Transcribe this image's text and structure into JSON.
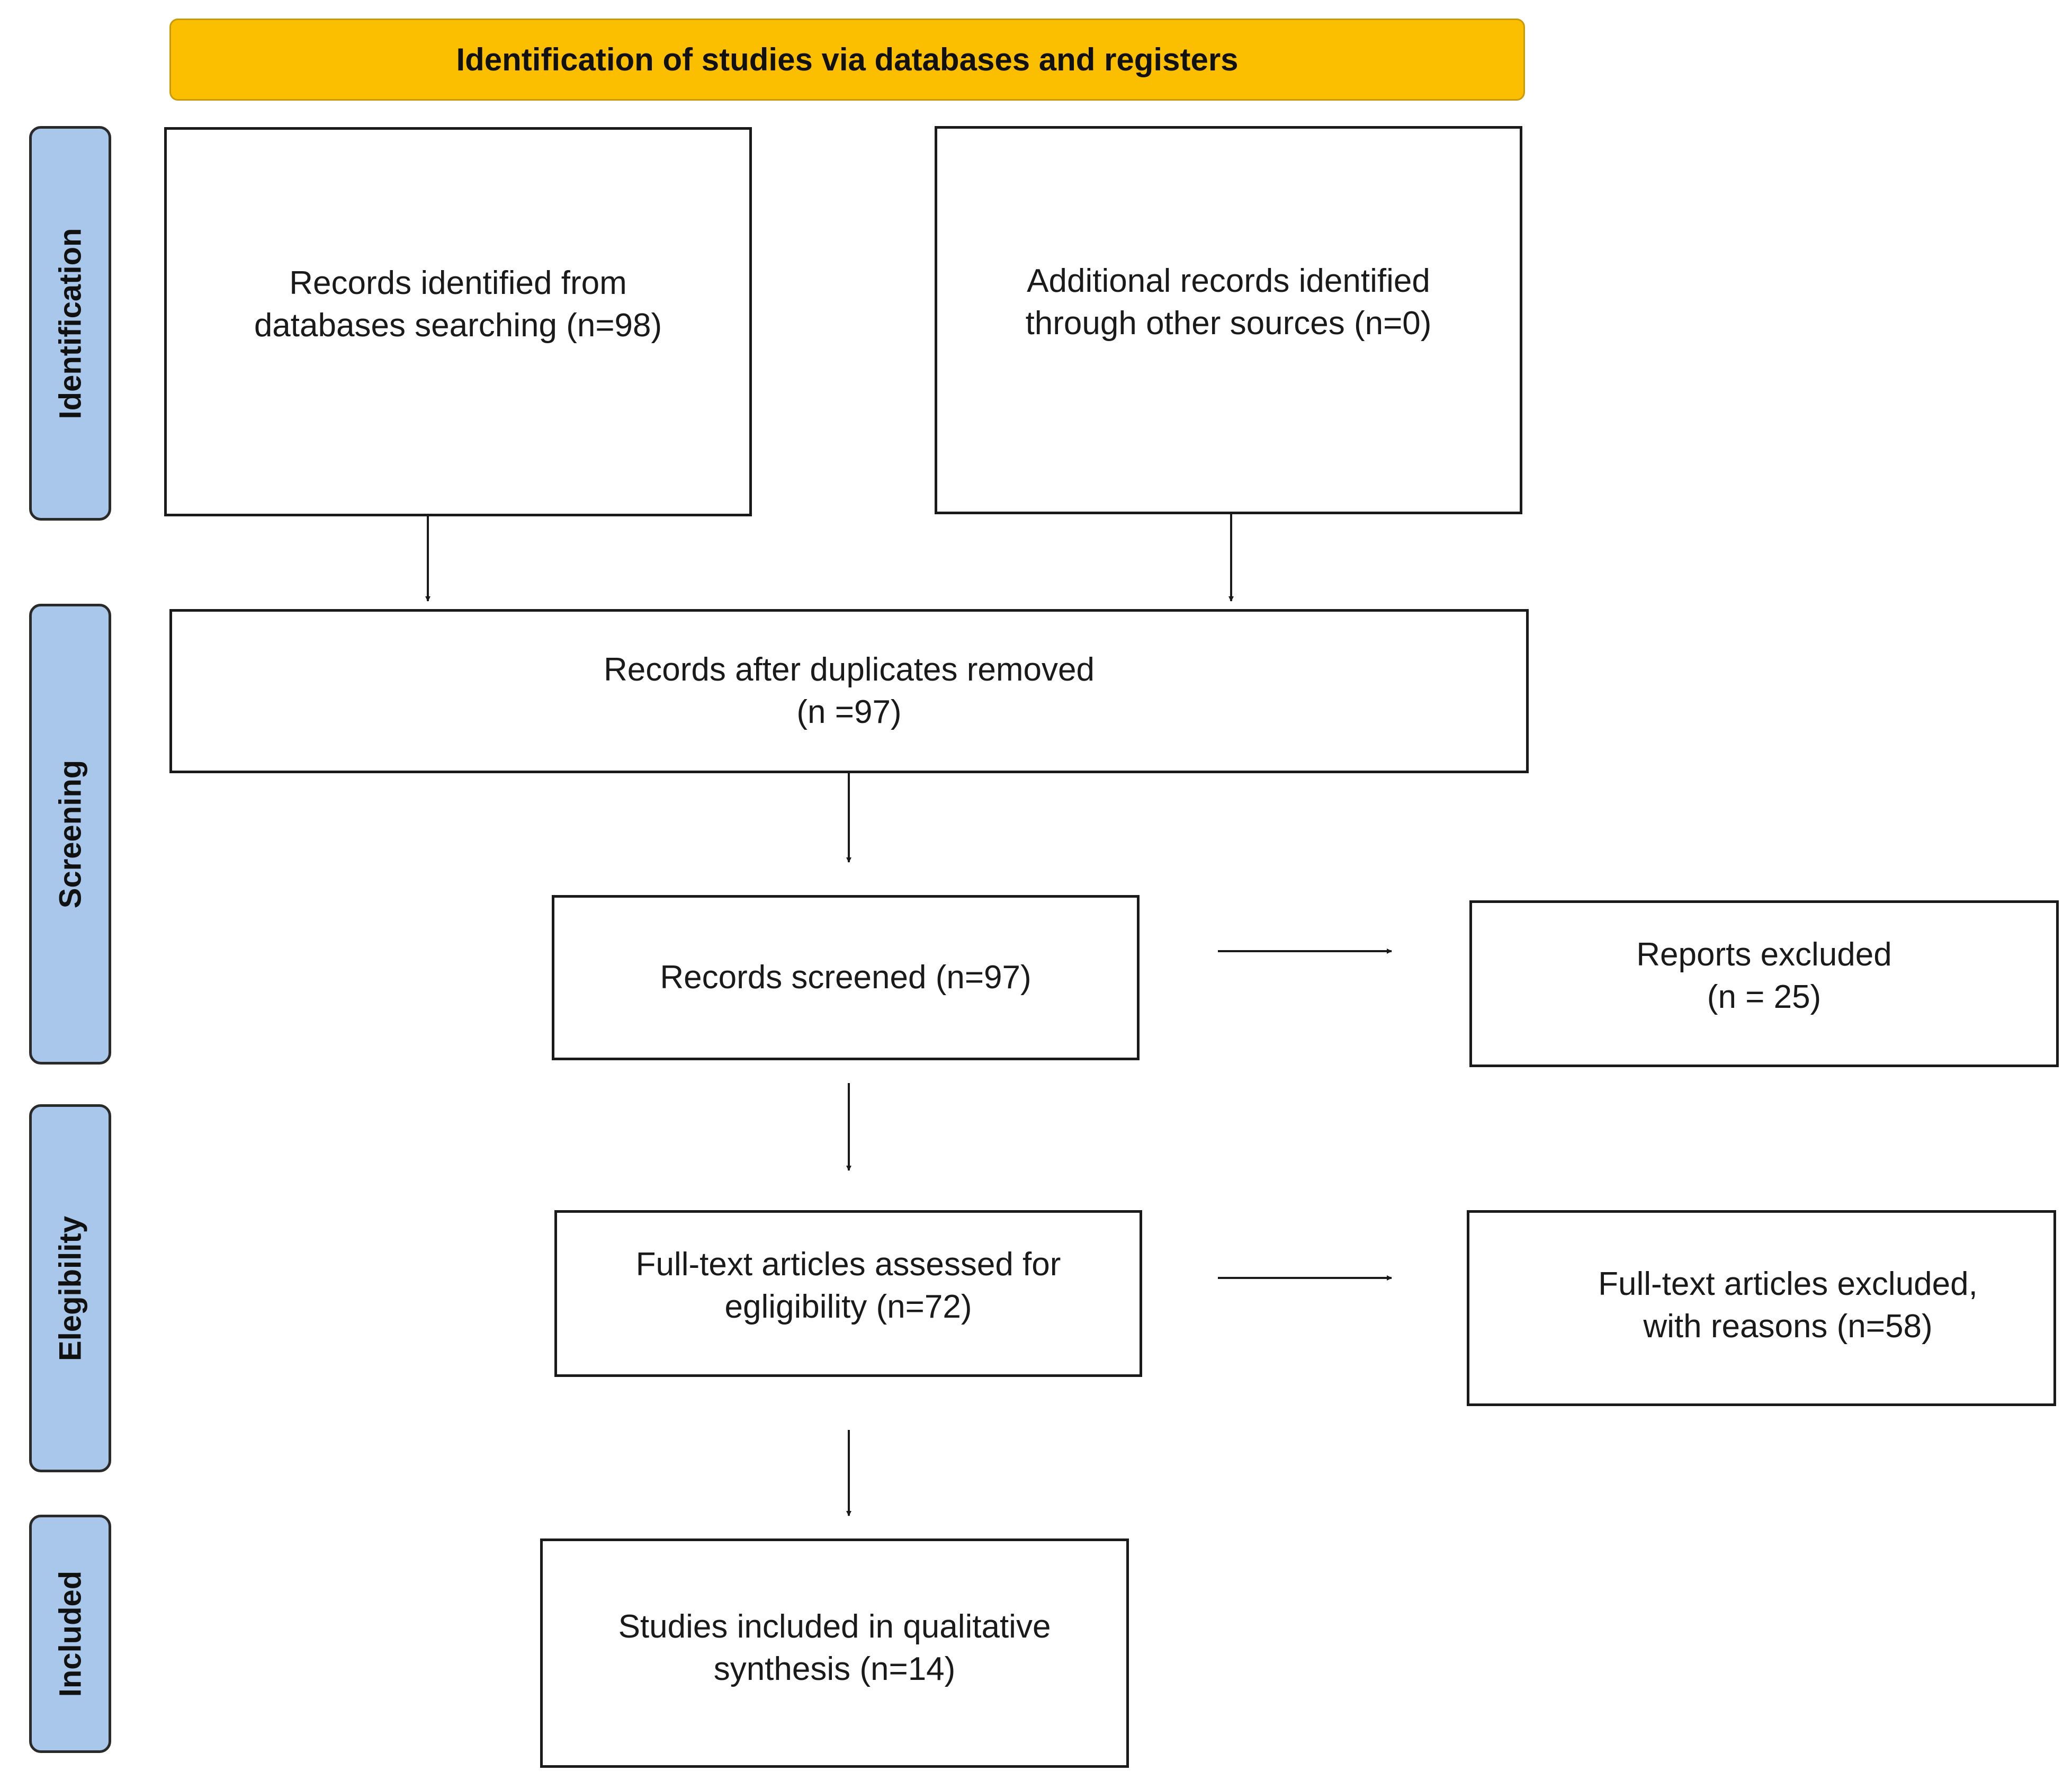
{
  "header": {
    "title": "Identification of studies via databases and registers"
  },
  "phases": {
    "identification": "Identification",
    "screening": "Screening",
    "eligibility": "Elegibility",
    "included": "Included"
  },
  "boxes": {
    "records_identified": "Records identified from\ndatabases searching (n=98)",
    "additional_records": "Additional records identified\nthrough other sources (n=0)",
    "after_duplicates": "Records after duplicates removed\n(n =97)",
    "records_screened": "Records screened (n=97)",
    "reports_excluded": "Reports excluded\n(n = 25)",
    "fulltext_assessed": "Full-text articles assessed for\negligibility (n=72)",
    "fulltext_excluded": "Full-text articles excluded,\nwith reasons (n=58)",
    "studies_included": "Studies included in qualitative\nsynthesis (n=14)"
  },
  "colors": {
    "header_fill": "#fbbf00",
    "phase_fill": "#a8c7ea",
    "line": "#1a1a1a"
  }
}
